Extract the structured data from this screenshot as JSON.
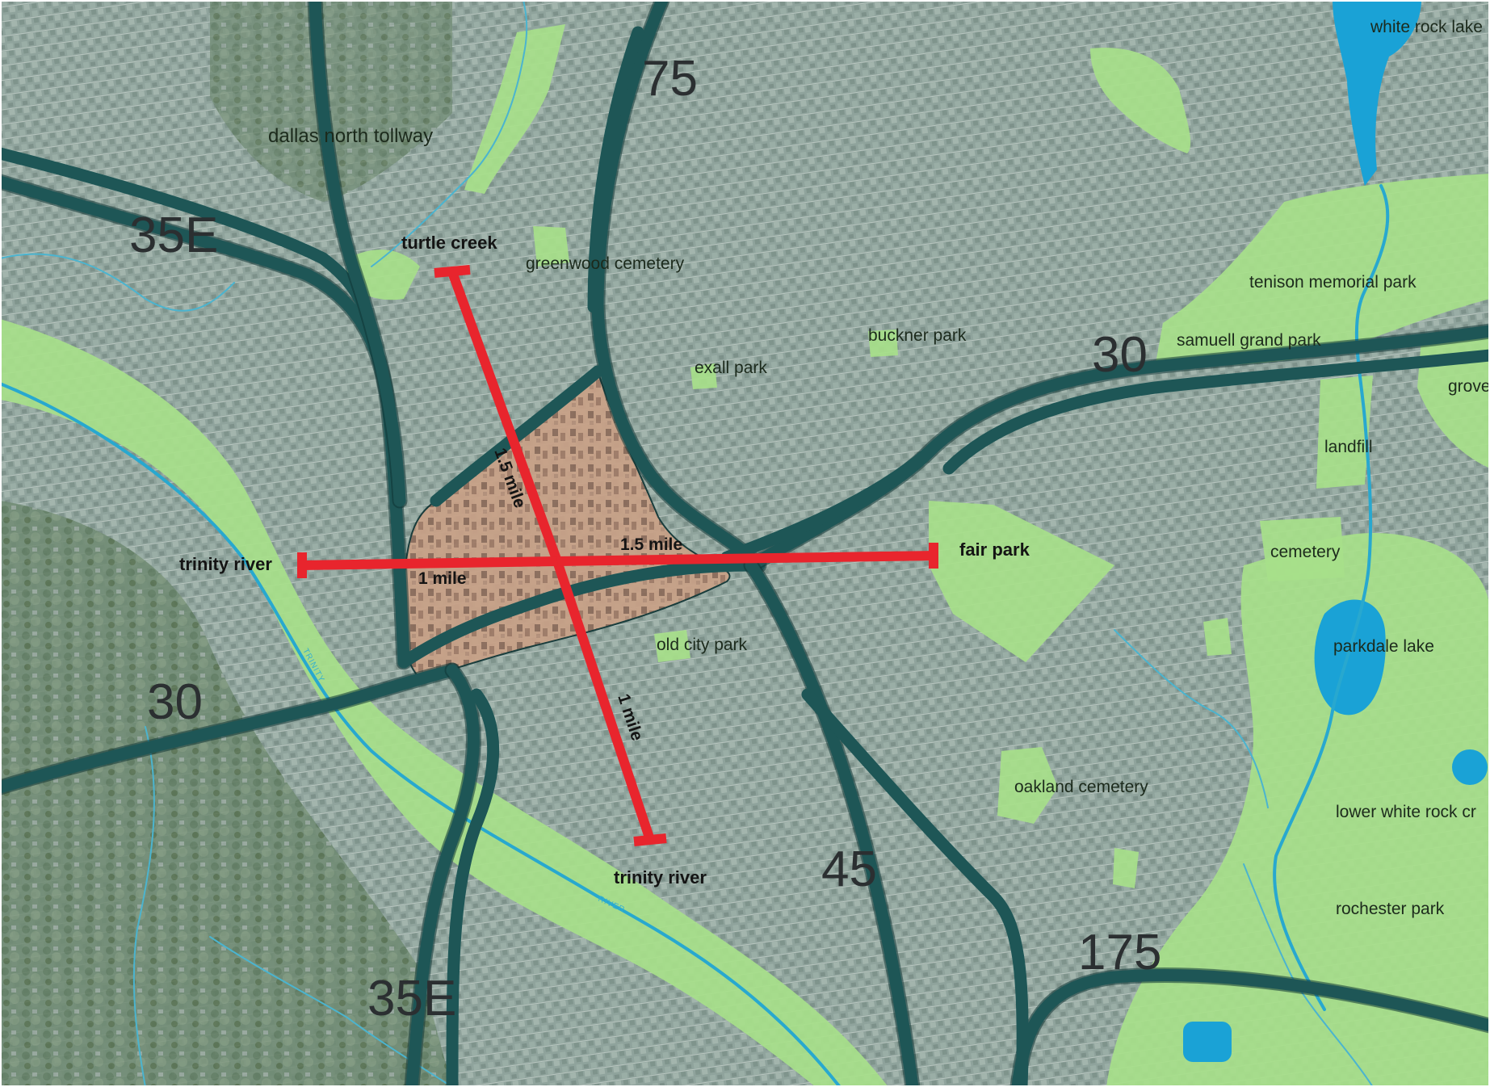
{
  "highways": [
    {
      "id": "i75",
      "label": "75"
    },
    {
      "id": "i35e-nw",
      "label": "35E"
    },
    {
      "id": "i30-e",
      "label": "30"
    },
    {
      "id": "i30-w",
      "label": "30"
    },
    {
      "id": "i45",
      "label": "45"
    },
    {
      "id": "i175",
      "label": "175"
    },
    {
      "id": "i35e-s",
      "label": "35E"
    }
  ],
  "places": {
    "white_rock_lake": "white rock lake",
    "dallas_north_tollway": "dallas north tollway",
    "greenwood_cemetery": "greenwood cemetery",
    "tenison_memorial_park": "tenison memorial park",
    "samuell_grand_park": "samuell grand park",
    "buckner_park": "buckner park",
    "exall_park": "exall park",
    "grove": "grove",
    "landfill": "landfill",
    "cemetery": "cemetery",
    "old_city_park": "old city park",
    "parkdale_lake": "parkdale lake",
    "oakland_cemetery": "oakland cemetery",
    "lower_white_rock_creek": "lower white rock cr",
    "rochester_park": "rochester park"
  },
  "endpoints": {
    "north": "turtle creek",
    "west": "trinity river",
    "east": "fair park",
    "south": "trinity river"
  },
  "distances": {
    "north": "1.5 mile",
    "east": "1.5 mile",
    "west": "1 mile",
    "south": "1 mile"
  },
  "river_labels": {
    "trinity": "TRINITY",
    "river": "RIVER"
  },
  "colors": {
    "park": "#a7df8a",
    "highway": "#1e5656",
    "river": "#28a8cf",
    "lake": "#1aa2d6",
    "downtown": "#c9a187",
    "measure": "#e8252d",
    "urban": "#8fa39c"
  }
}
